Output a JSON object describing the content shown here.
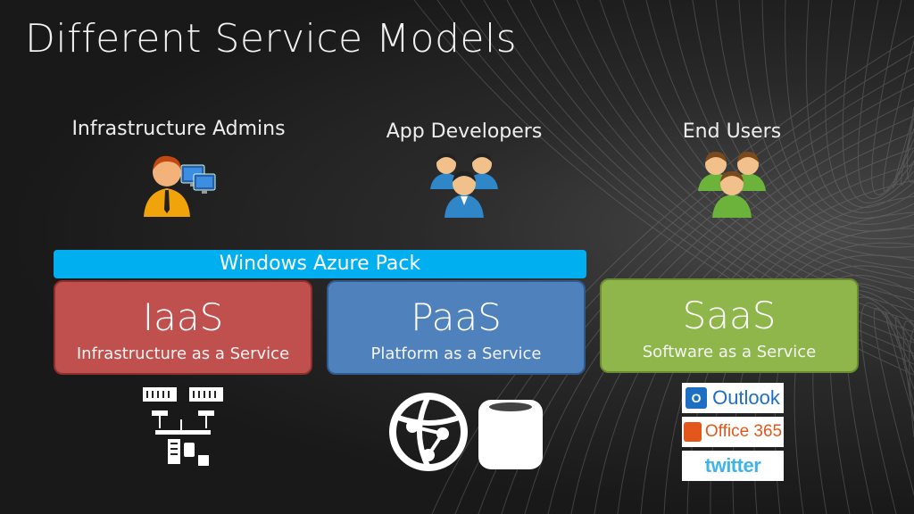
{
  "slide": {
    "title": "Different Service Models"
  },
  "personas": [
    {
      "label": "Infrastructure Admins",
      "icon": "admin-with-monitors-icon"
    },
    {
      "label": "App Developers",
      "icon": "developer-group-icon"
    },
    {
      "label": "End Users",
      "icon": "user-group-icon"
    }
  ],
  "pack": {
    "label": "Windows Azure Pack",
    "color": "#00aff0"
  },
  "models": [
    {
      "abbr": "IaaS",
      "full": "Infrastructure as a Service",
      "color": "#c0504d"
    },
    {
      "abbr": "PaaS",
      "full": "Platform as a Service",
      "color": "#4f81bd"
    },
    {
      "abbr": "SaaS",
      "full": "Software as a Service",
      "color": "#8eb64b"
    }
  ],
  "saas_brands": [
    {
      "name": "Outlook",
      "icon": "outlook-logo-icon"
    },
    {
      "name": "Office 365",
      "icon": "office365-logo-icon"
    },
    {
      "name": "twitter",
      "icon": "twitter-logo-icon"
    }
  ]
}
